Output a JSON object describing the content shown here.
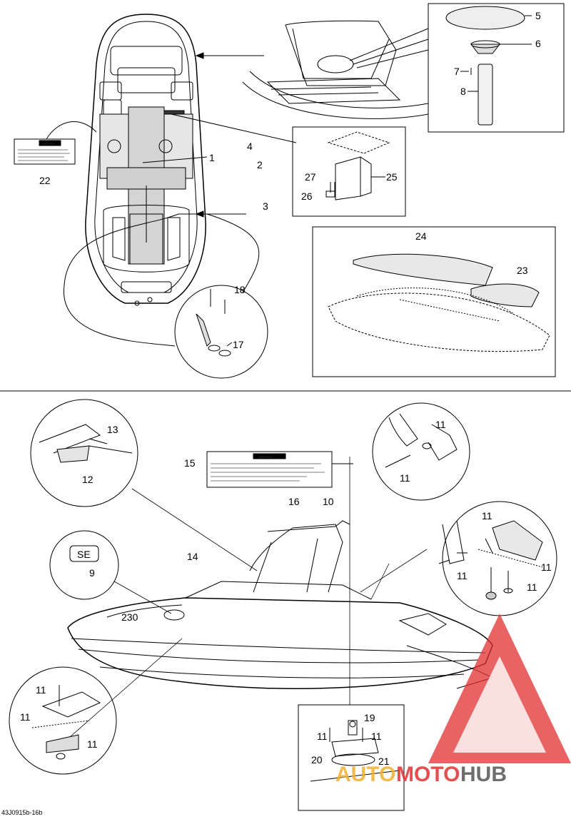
{
  "callouts": {
    "c1": "1",
    "c2": "2",
    "c3": "3",
    "c4": "4",
    "c5": "5",
    "c6": "6",
    "c7": "7",
    "c8": "8",
    "c9": "9",
    "c10": "10",
    "c11": "11",
    "c12": "12",
    "c13": "13",
    "c14": "14",
    "c15": "15",
    "c16": "16",
    "c17": "17",
    "c18": "18",
    "c19": "19",
    "c20": "20",
    "c21": "21",
    "c22": "22",
    "c23": "23",
    "c24": "24",
    "c25": "25",
    "c26": "26",
    "c27": "27"
  },
  "labels": {
    "caution_title": "CAUTION",
    "warning_title": "WARNING",
    "hull_model": "230",
    "se_badge": "SE"
  },
  "diagram_code": "43J0915b-16b",
  "watermark": {
    "part1": "AUTO",
    "part2": "MOTO",
    "part3": "HUB",
    "color_triangle": "#e03030",
    "color_auto": "#f0b030",
    "color_hub": "#555555"
  }
}
